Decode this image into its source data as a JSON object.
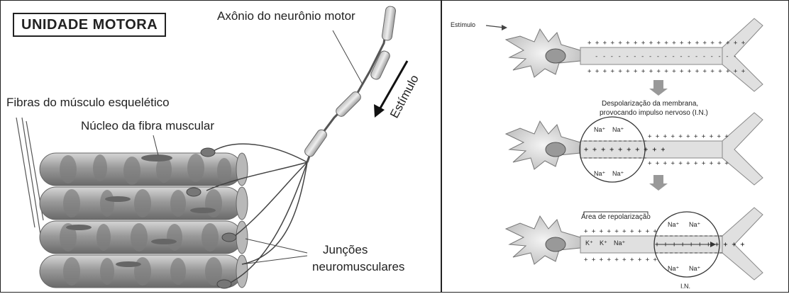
{
  "left_panel": {
    "title": "UNIDADE MOTORA",
    "labels": {
      "axon": "Axônio do neurônio motor",
      "stimulus": "Estímulo",
      "fibers": "Fibras do músculo esquelético",
      "nucleus": "Núcleo da fibra muscular",
      "junctions_line1": "Junções",
      "junctions_line2": "neuromusculares"
    }
  },
  "right_panel": {
    "labels": {
      "stimulus": "Estímulo",
      "depolarization_line1": "Despolarização da membrana,",
      "depolarization_line2": "provocando impulso nervoso (I.N.)",
      "na1": "Na⁺",
      "na2": "Na⁺",
      "na3": "Na⁺",
      "na4": "Na⁺",
      "repolarization": "Área de repolarização",
      "na5": "Na⁺",
      "na6": "Na⁺",
      "k1": "K⁺",
      "k2": "K⁺",
      "na7": "Na⁺",
      "na8": "Na⁺",
      "na9": "Na⁺",
      "in_label": "I.N."
    }
  }
}
